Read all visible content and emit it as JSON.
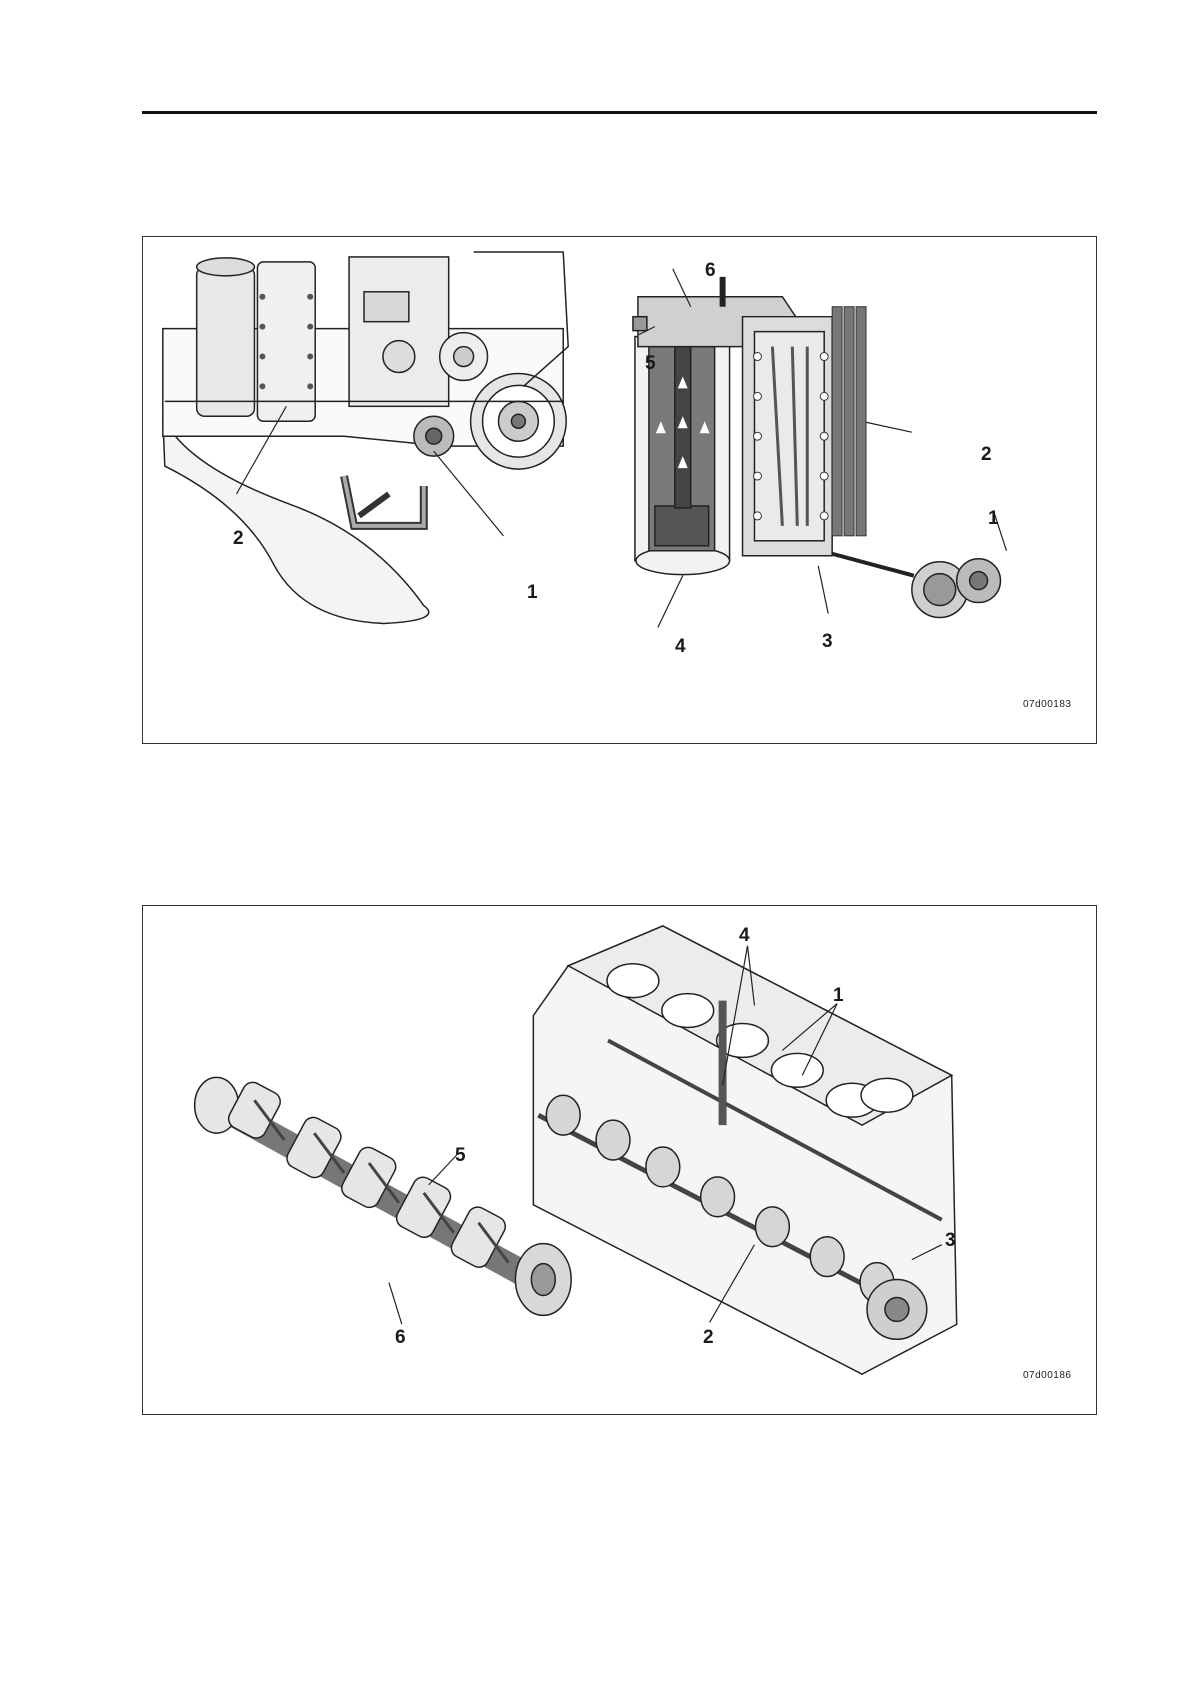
{
  "figure_1": {
    "left_view_callouts": [
      "2",
      "1"
    ],
    "right_view_callouts": [
      "6",
      "5",
      "2",
      "1",
      "4",
      "3"
    ],
    "figure_code": "07d00183"
  },
  "figure_2": {
    "crankshaft_callouts": [
      "5",
      "6"
    ],
    "block_callouts": [
      "4",
      "1",
      "3",
      "2"
    ],
    "figure_code": "07d00186"
  },
  "colors": {
    "ink": "#1a1a1a",
    "fill": "#cfcfcf",
    "dark": "#5a5a5a"
  }
}
